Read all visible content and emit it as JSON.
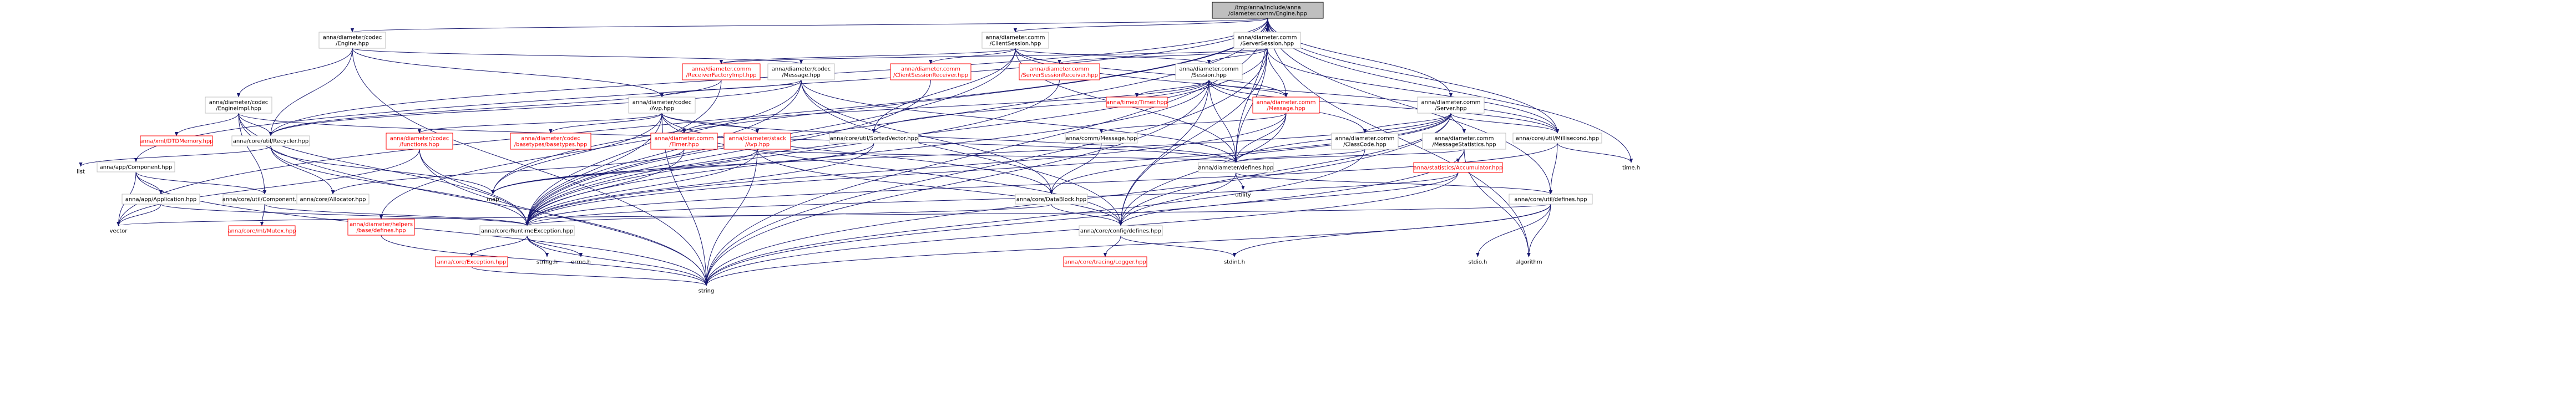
{
  "graph": {
    "nodes": [
      {
        "id": "root",
        "lines": [
          "/tmp/anna/include/anna",
          "/diameter.comm/Engine.hpp"
        ],
        "style": "root"
      },
      {
        "id": "codec_engine",
        "lines": [
          "anna/diameter/codec",
          "/Engine.hpp"
        ],
        "style": "normal"
      },
      {
        "id": "comm_clientsession",
        "lines": [
          "anna/diameter.comm",
          "/ClientSession.hpp"
        ],
        "style": "normal"
      },
      {
        "id": "comm_serversession",
        "lines": [
          "anna/diameter.comm",
          "/ServerSession.hpp"
        ],
        "style": "normal"
      },
      {
        "id": "app_component",
        "lines": [
          "anna/app/Component.hpp"
        ],
        "style": "normal"
      },
      {
        "id": "comm_receiverfactoryimpl",
        "lines": [
          "anna/diameter.comm",
          "/ReceiverFactoryImpl.hpp"
        ],
        "style": "red"
      },
      {
        "id": "codec_message",
        "lines": [
          "anna/diameter/codec",
          "/Message.hpp"
        ],
        "style": "normal"
      },
      {
        "id": "comm_clientsessionreceiver",
        "lines": [
          "anna/diameter.comm",
          "/ClientSessionReceiver.hpp"
        ],
        "style": "red"
      },
      {
        "id": "comm_serversessionreceiver",
        "lines": [
          "anna/diameter.comm",
          "/ServerSessionReceiver.hpp"
        ],
        "style": "red"
      },
      {
        "id": "comm_session",
        "lines": [
          "anna/diameter.comm",
          "/Session.hpp"
        ],
        "style": "normal"
      },
      {
        "id": "codec_engineimpl",
        "lines": [
          "anna/diameter/codec",
          "/EngineImpl.hpp"
        ],
        "style": "normal"
      },
      {
        "id": "codec_avp",
        "lines": [
          "anna/diameter/codec",
          "/Avp.hpp"
        ],
        "style": "normal"
      },
      {
        "id": "timex_timer",
        "lines": [
          "anna/timex/Timer.hpp"
        ],
        "style": "red"
      },
      {
        "id": "comm_message",
        "lines": [
          "anna/diameter.comm",
          "/Message.hpp"
        ],
        "style": "red"
      },
      {
        "id": "comm_server",
        "lines": [
          "anna/diameter.comm",
          "/Server.hpp"
        ],
        "style": "normal"
      },
      {
        "id": "xml_dtdmemory",
        "lines": [
          "anna/xml/DTDMemory.hpp"
        ],
        "style": "red"
      },
      {
        "id": "core_recycler",
        "lines": [
          "anna/core/util/Recycler.hpp"
        ],
        "style": "normal"
      },
      {
        "id": "codec_functions",
        "lines": [
          "anna/diameter/codec",
          "/functions.hpp"
        ],
        "style": "red"
      },
      {
        "id": "codec_basetypes",
        "lines": [
          "anna/diameter/codec",
          "/basetypes/basetypes.hpp"
        ],
        "style": "red"
      },
      {
        "id": "comm_timer",
        "lines": [
          "anna/diameter.comm",
          "/Timer.hpp"
        ],
        "style": "red"
      },
      {
        "id": "stack_avp",
        "lines": [
          "anna/diameter/stack",
          "/Avp.hpp"
        ],
        "style": "red"
      },
      {
        "id": "core_sortedvector",
        "lines": [
          "anna/core/util/SortedVector.hpp"
        ],
        "style": "normal"
      },
      {
        "id": "comm_message2",
        "lines": [
          "anna/comm/Message.hpp"
        ],
        "style": "normal"
      },
      {
        "id": "comm_classcode",
        "lines": [
          "anna/diameter.comm",
          "/ClassCode.hpp"
        ],
        "style": "normal"
      },
      {
        "id": "comm_messagestatistics",
        "lines": [
          "anna/diameter.comm",
          "/MessageStatistics.hpp"
        ],
        "style": "normal"
      },
      {
        "id": "core_millisecond",
        "lines": [
          "anna/core/util/Millisecond.hpp"
        ],
        "style": "normal"
      },
      {
        "id": "list",
        "lines": [
          "list"
        ],
        "style": "plain"
      },
      {
        "id": "app_application",
        "lines": [
          "anna/app/Application.hpp"
        ],
        "style": "normal"
      },
      {
        "id": "core_component",
        "lines": [
          "anna/core/util/Component.hpp"
        ],
        "style": "normal"
      },
      {
        "id": "core_allocator",
        "lines": [
          "anna/core/Allocator.hpp"
        ],
        "style": "normal"
      },
      {
        "id": "map",
        "lines": [
          "map"
        ],
        "style": "plain"
      },
      {
        "id": "core_datablock",
        "lines": [
          "anna/core/DataBlock.hpp"
        ],
        "style": "normal"
      },
      {
        "id": "diameter_defines",
        "lines": [
          "anna/diameter/defines.hpp"
        ],
        "style": "normal"
      },
      {
        "id": "statistics_accumulator",
        "lines": [
          "anna/statistics/Accumulator.hpp"
        ],
        "style": "red"
      },
      {
        "id": "time_h",
        "lines": [
          "time.h"
        ],
        "style": "plain"
      },
      {
        "id": "core_mt_mutex",
        "lines": [
          "anna/core/mt/Mutex.hpp"
        ],
        "style": "red"
      },
      {
        "id": "helpers_base_defines",
        "lines": [
          "anna/diameter/helpers",
          "/base/defines.hpp"
        ],
        "style": "red"
      },
      {
        "id": "core_runtimeexception",
        "lines": [
          "anna/core/RuntimeException.hpp"
        ],
        "style": "normal"
      },
      {
        "id": "utility",
        "lines": [
          "utility"
        ],
        "style": "plain"
      },
      {
        "id": "core_config_defines",
        "lines": [
          "anna/core/config/defines.hpp"
        ],
        "style": "normal"
      },
      {
        "id": "core_util_defines",
        "lines": [
          "anna/core/util/defines.hpp"
        ],
        "style": "normal"
      },
      {
        "id": "vector",
        "lines": [
          "vector"
        ],
        "style": "plain"
      },
      {
        "id": "core_exception",
        "lines": [
          "anna/core/Exception.hpp"
        ],
        "style": "red"
      },
      {
        "id": "string_h",
        "lines": [
          "string.h"
        ],
        "style": "plain"
      },
      {
        "id": "errno_h",
        "lines": [
          "errno.h"
        ],
        "style": "plain"
      },
      {
        "id": "tracing_logger",
        "lines": [
          "anna/core/tracing/Logger.hpp"
        ],
        "style": "red"
      },
      {
        "id": "stdint_h",
        "lines": [
          "stdint.h"
        ],
        "style": "plain"
      },
      {
        "id": "stdio_h",
        "lines": [
          "stdio.h"
        ],
        "style": "plain"
      },
      {
        "id": "algorithm",
        "lines": [
          "algorithm"
        ],
        "style": "plain"
      },
      {
        "id": "string",
        "lines": [
          "string"
        ],
        "style": "plain"
      }
    ],
    "edges": [
      [
        "root",
        "codec_engine"
      ],
      [
        "root",
        "comm_clientsession"
      ],
      [
        "root",
        "comm_serversession"
      ],
      [
        "root",
        "app_component"
      ],
      [
        "root",
        "comm_server"
      ],
      [
        "root",
        "core_recycler"
      ],
      [
        "root",
        "vector"
      ],
      [
        "root",
        "string"
      ],
      [
        "root",
        "time_h"
      ],
      [
        "root",
        "algorithm"
      ],
      [
        "root",
        "core_util_defines"
      ],
      [
        "root",
        "core_millisecond"
      ],
      [
        "root",
        "core_runtimeexception"
      ],
      [
        "root",
        "diameter_defines"
      ],
      [
        "root",
        "map"
      ],
      [
        "codec_engine",
        "codec_engineimpl"
      ],
      [
        "codec_engine",
        "codec_message"
      ],
      [
        "codec_engine",
        "codec_avp"
      ],
      [
        "codec_engine",
        "core_recycler"
      ],
      [
        "codec_engine",
        "string"
      ],
      [
        "comm_clientsession",
        "comm_receiverfactoryimpl"
      ],
      [
        "comm_clientsession",
        "comm_clientsessionreceiver"
      ],
      [
        "comm_clientsession",
        "comm_session"
      ],
      [
        "comm_clientsession",
        "comm_message"
      ],
      [
        "comm_clientsession",
        "core_sortedvector"
      ],
      [
        "comm_clientsession",
        "core_runtimeexception"
      ],
      [
        "comm_clientsession",
        "diameter_defines"
      ],
      [
        "comm_clientsession",
        "core_millisecond"
      ],
      [
        "comm_serversession",
        "comm_serversessionreceiver"
      ],
      [
        "comm_serversession",
        "comm_session"
      ],
      [
        "comm_serversession",
        "comm_receiverfactoryimpl"
      ],
      [
        "comm_serversession",
        "comm_message"
      ],
      [
        "comm_serversession",
        "core_runtimeexception"
      ],
      [
        "comm_serversession",
        "diameter_defines"
      ],
      [
        "comm_serversession",
        "core_millisecond"
      ],
      [
        "comm_serversession",
        "core_config_defines"
      ],
      [
        "comm_serversession",
        "string"
      ],
      [
        "app_component",
        "app_application"
      ],
      [
        "app_component",
        "core_component"
      ],
      [
        "app_component",
        "vector"
      ],
      [
        "app_component",
        "string"
      ],
      [
        "comm_receiverfactoryimpl",
        "core_recycler"
      ],
      [
        "comm_receiverfactoryimpl",
        "core_runtimeexception"
      ],
      [
        "codec_message",
        "codec_avp"
      ],
      [
        "codec_message",
        "core_recycler"
      ],
      [
        "codec_message",
        "core_runtimeexception"
      ],
      [
        "codec_message",
        "core_datablock"
      ],
      [
        "codec_message",
        "diameter_defines"
      ],
      [
        "codec_message",
        "core_config_defines"
      ],
      [
        "codec_message",
        "helpers_base_defines"
      ],
      [
        "comm_clientsessionreceiver",
        "core_runtimeexception"
      ],
      [
        "comm_serversessionreceiver",
        "core_runtimeexception"
      ],
      [
        "comm_session",
        "timex_timer"
      ],
      [
        "comm_session",
        "comm_message"
      ],
      [
        "comm_session",
        "comm_classcode"
      ],
      [
        "comm_session",
        "core_millisecond"
      ],
      [
        "comm_session",
        "core_sortedvector"
      ],
      [
        "comm_session",
        "core_runtimeexception"
      ],
      [
        "comm_session",
        "diameter_defines"
      ],
      [
        "comm_session",
        "comm_timer"
      ],
      [
        "comm_session",
        "core_config_defines"
      ],
      [
        "comm_session",
        "string"
      ],
      [
        "codec_engineimpl",
        "xml_dtdmemory"
      ],
      [
        "codec_engineimpl",
        "core_recycler"
      ],
      [
        "codec_engineimpl",
        "core_component"
      ],
      [
        "codec_engineimpl",
        "core_runtimeexception"
      ],
      [
        "codec_engineimpl",
        "diameter_defines"
      ],
      [
        "codec_engineimpl",
        "string"
      ],
      [
        "codec_avp",
        "codec_functions"
      ],
      [
        "codec_avp",
        "codec_basetypes"
      ],
      [
        "codec_avp",
        "stack_avp"
      ],
      [
        "codec_avp",
        "core_runtimeexception"
      ],
      [
        "codec_avp",
        "diameter_defines"
      ],
      [
        "codec_avp",
        "map"
      ],
      [
        "codec_avp",
        "core_config_defines"
      ],
      [
        "codec_avp",
        "string"
      ],
      [
        "codec_avp",
        "core_datablock"
      ],
      [
        "comm_message",
        "comm_message2"
      ],
      [
        "comm_message",
        "diameter_defines"
      ],
      [
        "comm_message",
        "core_runtimeexception"
      ],
      [
        "comm_message",
        "core_config_defines"
      ],
      [
        "comm_server",
        "comm_classcode"
      ],
      [
        "comm_server",
        "comm_messagestatistics"
      ],
      [
        "comm_server",
        "core_millisecond"
      ],
      [
        "comm_server",
        "core_runtimeexception"
      ],
      [
        "comm_server",
        "diameter_defines"
      ],
      [
        "comm_server",
        "core_config_defines"
      ],
      [
        "comm_server",
        "string"
      ],
      [
        "comm_server",
        "map"
      ],
      [
        "comm_server",
        "core_datablock"
      ],
      [
        "core_recycler",
        "list"
      ],
      [
        "core_recycler",
        "core_allocator"
      ],
      [
        "core_recycler",
        "map"
      ],
      [
        "core_recycler",
        "core_runtimeexception"
      ],
      [
        "codec_functions",
        "vector"
      ],
      [
        "codec_functions",
        "core_runtimeexception"
      ],
      [
        "codec_functions",
        "string"
      ],
      [
        "comm_timer",
        "core_runtimeexception"
      ],
      [
        "comm_timer",
        "core_allocator"
      ],
      [
        "stack_avp",
        "map"
      ],
      [
        "stack_avp",
        "core_runtimeexception"
      ],
      [
        "stack_avp",
        "diameter_defines"
      ],
      [
        "stack_avp",
        "string"
      ],
      [
        "stack_avp",
        "core_config_defines"
      ],
      [
        "core_sortedvector",
        "map"
      ],
      [
        "core_sortedvector",
        "core_runtimeexception"
      ],
      [
        "comm_message2",
        "core_datablock"
      ],
      [
        "comm_classcode",
        "string"
      ],
      [
        "comm_classcode",
        "diameter_defines"
      ],
      [
        "comm_messagestatistics",
        "statistics_accumulator"
      ],
      [
        "comm_messagestatistics",
        "diameter_defines"
      ],
      [
        "comm_messagestatistics",
        "string"
      ],
      [
        "comm_messagestatistics",
        "algorithm"
      ],
      [
        "core_millisecond",
        "core_util_defines"
      ],
      [
        "core_millisecond",
        "core_runtimeexception"
      ],
      [
        "core_millisecond",
        "time_h"
      ],
      [
        "app_application",
        "vector"
      ],
      [
        "app_application",
        "core_runtimeexception"
      ],
      [
        "core_component",
        "core_mt_mutex"
      ],
      [
        "core_component",
        "core_runtimeexception"
      ],
      [
        "core_datablock",
        "core_runtimeexception"
      ],
      [
        "core_datablock",
        "core_config_defines"
      ],
      [
        "diameter_defines",
        "utility"
      ],
      [
        "diameter_defines",
        "core_config_defines"
      ],
      [
        "diameter_defines",
        "core_util_defines"
      ],
      [
        "statistics_accumulator",
        "core_runtimeexception"
      ],
      [
        "statistics_accumulator",
        "core_config_defines"
      ],
      [
        "statistics_accumulator",
        "string"
      ],
      [
        "helpers_base_defines",
        "string"
      ],
      [
        "core_runtimeexception",
        "core_exception"
      ],
      [
        "core_runtimeexception",
        "string_h"
      ],
      [
        "core_runtimeexception",
        "errno_h"
      ],
      [
        "core_runtimeexception",
        "string"
      ],
      [
        "core_config_defines",
        "tracing_logger"
      ],
      [
        "core_config_defines",
        "stdint_h"
      ],
      [
        "core_util_defines",
        "vector"
      ],
      [
        "core_util_defines",
        "stdint_h"
      ],
      [
        "core_util_defines",
        "stdio_h"
      ],
      [
        "core_util_defines",
        "algorithm"
      ],
      [
        "core_util_defines",
        "string"
      ],
      [
        "core_exception",
        "string"
      ]
    ]
  }
}
